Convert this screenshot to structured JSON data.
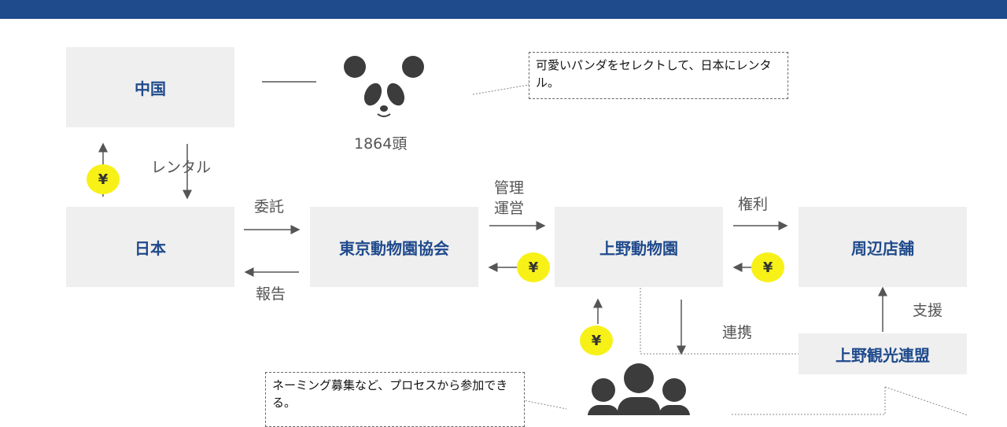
{
  "colors": {
    "header": "#1f4a8c",
    "box_bg": "#efefef",
    "box_text": "#1f4a8c",
    "yen_bg": "#f7f117",
    "icon": "#3c3c3c"
  },
  "nodes": {
    "china": "中国",
    "japan": "日本",
    "tokyo_zoo_assoc": "東京動物園協会",
    "ueno_zoo": "上野動物園",
    "shops": "周辺店舗",
    "ueno_tourism": "上野観光連盟"
  },
  "panda": {
    "icon": "panda-icon",
    "count": "1864頭"
  },
  "notes": {
    "panda_note": "可愛いパンダをセレクトして、日本にレンタル。",
    "naming_note": "ネーミング募集など、プロセスから参加できる。"
  },
  "edges": {
    "rental": "レンタル",
    "entrust": "委託",
    "report": "報告",
    "management": "管理運営",
    "rights": "権利",
    "support": "支援",
    "partnership": "連携"
  },
  "money": {
    "symbol": "¥"
  },
  "people": {
    "icon": "people-group-icon"
  }
}
